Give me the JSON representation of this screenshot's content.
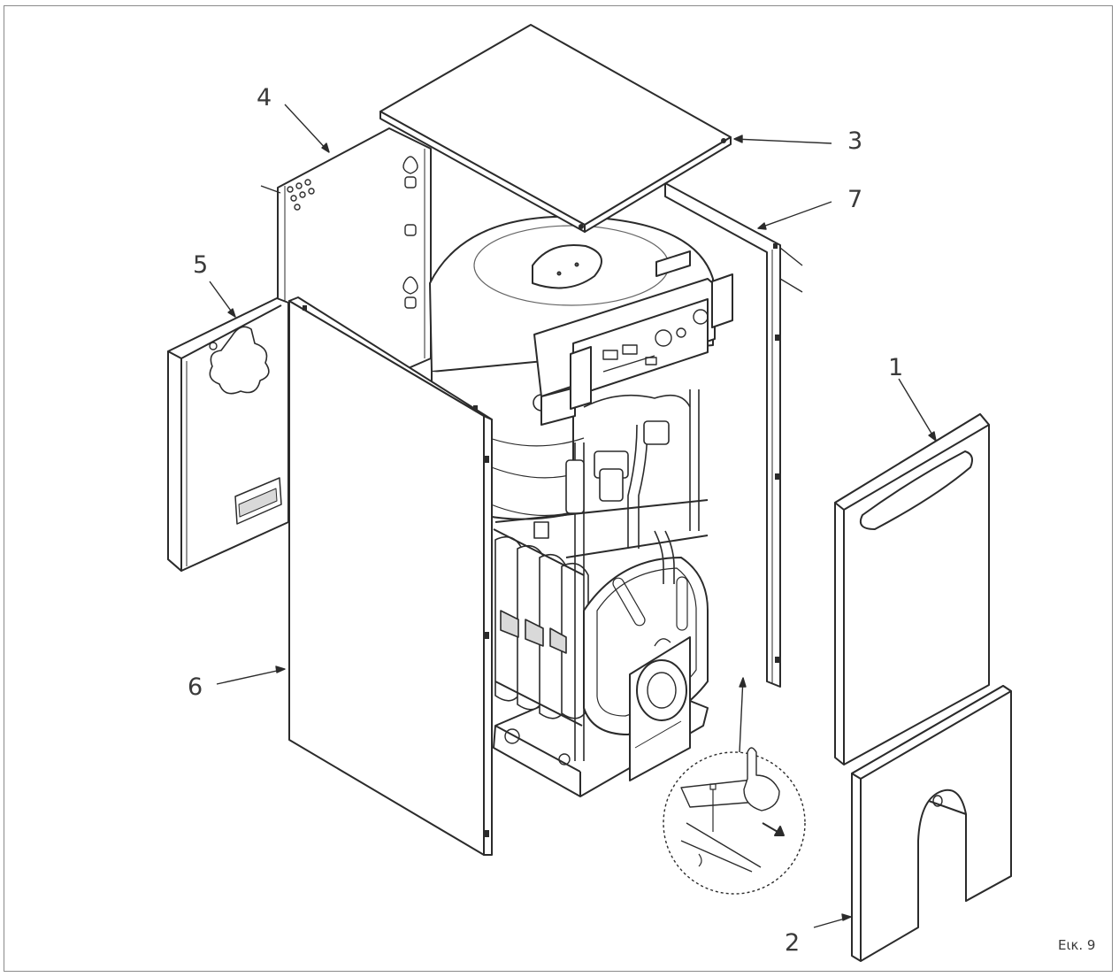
{
  "figure": {
    "caption": "Εικ. 9",
    "callouts": [
      "1",
      "2",
      "3",
      "4",
      "5",
      "6",
      "7"
    ]
  },
  "parts": [
    {
      "callout": "1",
      "name": "front-upper-panel"
    },
    {
      "callout": "2",
      "name": "front-lower-panel"
    },
    {
      "callout": "3",
      "name": "top-cover"
    },
    {
      "callout": "4",
      "name": "rear-panel"
    },
    {
      "callout": "5",
      "name": "left-side-panel"
    },
    {
      "callout": "6",
      "name": "left-front-panel"
    },
    {
      "callout": "7",
      "name": "right-side-panel"
    }
  ],
  "colors": {
    "line": "#2b2b2b",
    "frame": "#8a8a8a",
    "panel": "#ffffff",
    "shade": "#d9d9d9"
  }
}
